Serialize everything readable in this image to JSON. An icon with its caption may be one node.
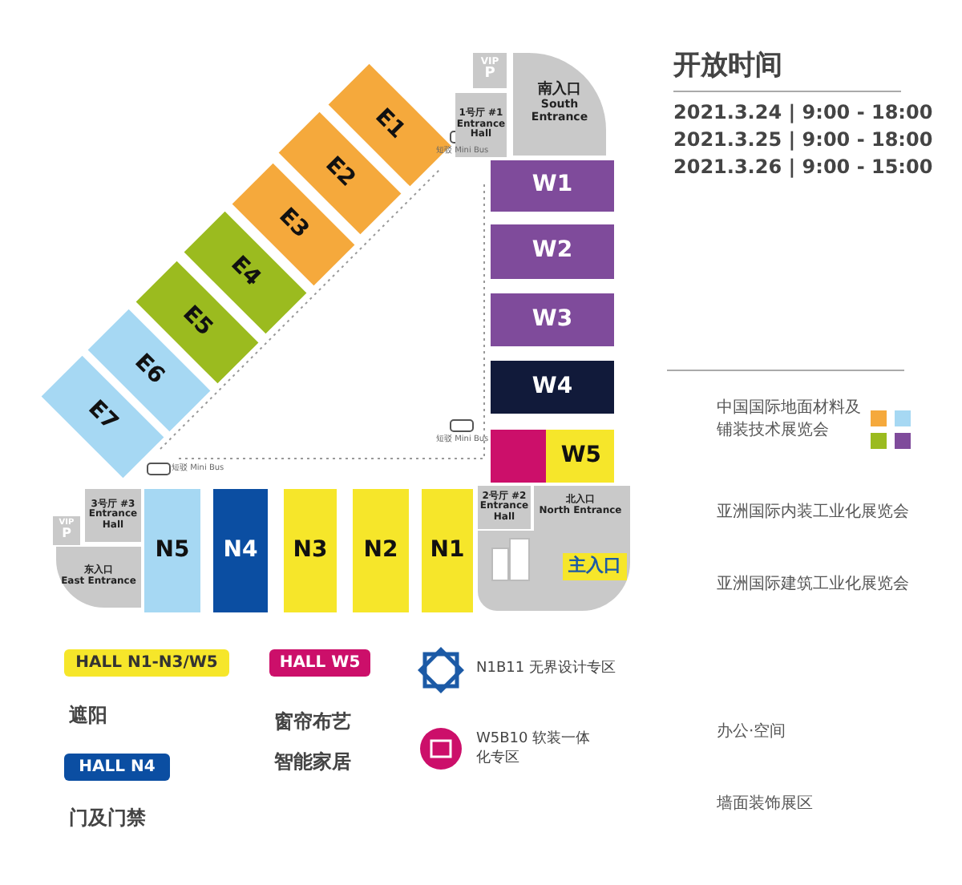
{
  "diagram": {
    "nodes": [
      {
        "text": [
          "VIP",
          "P"
        ]
      },
      {
        "text": [
          "1号厅 #1",
          "Entrance Hall"
        ]
      },
      {
        "text": [
          "南入口",
          "South Entrance"
        ]
      },
      {
        "text": [
          "E1"
        ]
      },
      {
        "text": [
          "E2"
        ]
      },
      {
        "text": [
          "E3"
        ]
      },
      {
        "text": [
          "E4"
        ]
      },
      {
        "text": [
          "E5"
        ]
      },
      {
        "text": [
          "E6"
        ]
      },
      {
        "text": [
          "E7"
        ]
      },
      {
        "text": [
          "W1"
        ]
      },
      {
        "text": [
          "W2"
        ]
      },
      {
        "text": [
          "W3"
        ]
      },
      {
        "text": [
          "W4"
        ]
      },
      {
        "text": [
          "W5"
        ]
      },
      {
        "text": [
          "3号厅 #3",
          "Entrance Hall"
        ]
      },
      {
        "text": [
          "VIP",
          "P"
        ]
      },
      {
        "text": [
          "东入口",
          "East Entrance"
        ]
      },
      {
        "text": [
          "N5"
        ]
      },
      {
        "text": [
          "N4"
        ]
      },
      {
        "text": [
          "N3"
        ]
      },
      {
        "text": [
          "N2"
        ]
      },
      {
        "text": [
          "N1"
        ]
      },
      {
        "text": [
          "2号厅 #2",
          "Entrance Hall"
        ]
      },
      {
        "text": [
          "北入口",
          "North Entrance"
        ]
      },
      {
        "text": [
          "主入口"
        ],
        "in": 24
      },
      {
        "text": [
          "HALL N1-N3/W5"
        ]
      },
      {
        "text": [
          "HALL W5"
        ]
      },
      {
        "text": [
          "HALL N4"
        ]
      }
    ],
    "labels": [
      "开放时间",
      "2021.3.24 | 9:00 - 18:00",
      "2021.3.25 | 9:00 - 18:00",
      "2021.3.26 | 9:00 - 15:00",
      "短驳 Mini Bus",
      "短驳 Mini Bus",
      "短驳 Mini Bus",
      "中国国际地面材料及铺装技术展览会",
      "亚洲国际内装工业化展览会",
      "亚洲国际建筑工业化展览会",
      "办公·空间",
      "墙面装饰展区",
      "遮阳",
      "窗帘布艺",
      "智能家居",
      "N1B11 无界设计专区",
      "W5B10 软装一体化专区",
      "门及门禁"
    ]
  }
}
